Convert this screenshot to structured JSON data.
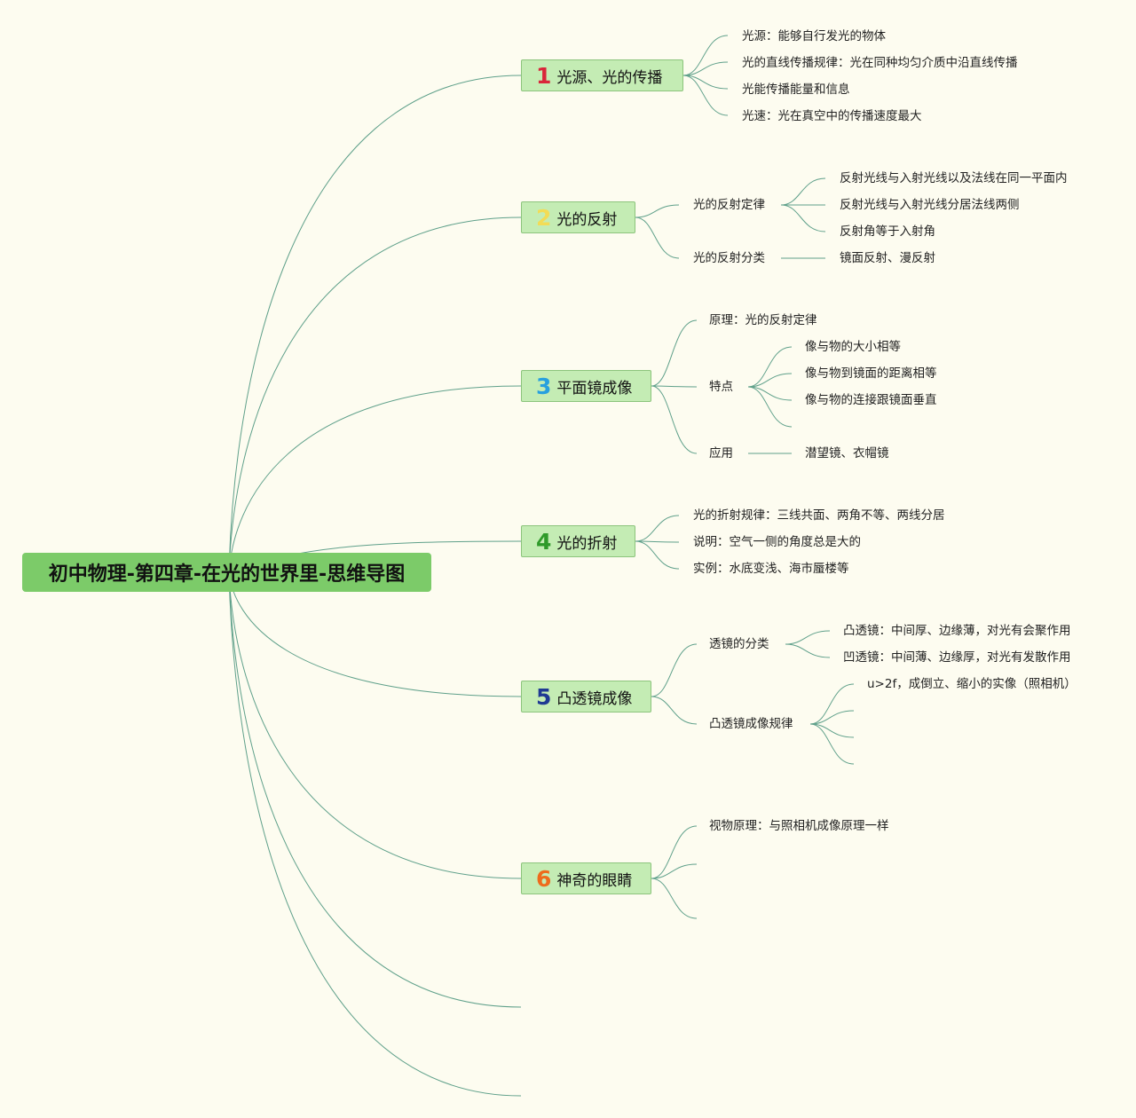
{
  "root": {
    "title": "初中物理-第四章-在光的世界里-思维导图"
  },
  "colors": {
    "background": "#fdfcf0",
    "root_fill": "#7ccb69",
    "topic_fill": "#c4ecb4",
    "topic_border": "#8cc47c",
    "line": "#5fa08a"
  },
  "topics": [
    {
      "number": "1",
      "number_color": "#d9263a",
      "label": "光源、光的传播",
      "children": [
        {
          "label": "光源：能够自行发光的物体"
        },
        {
          "label": "光的直线传播规律：光在同种均匀介质中沿直线传播"
        },
        {
          "label": "光能传播能量和信息"
        },
        {
          "label": "光速：光在真空中的传播速度最大"
        }
      ]
    },
    {
      "number": "2",
      "number_color": "#f2dc56",
      "label": "光的反射",
      "children": [
        {
          "label": "光的反射定律",
          "children": [
            {
              "label": "反射光线与入射光线以及法线在同一平面内"
            },
            {
              "label": "反射光线与入射光线分居法线两侧"
            },
            {
              "label": "反射角等于入射角"
            }
          ]
        },
        {
          "label": "光的反射分类",
          "children": [
            {
              "label": "镜面反射、漫反射"
            }
          ]
        }
      ]
    },
    {
      "number": "3",
      "number_color": "#27a0de",
      "label": "平面镜成像",
      "children": [
        {
          "label": "原理：光的反射定律"
        },
        {
          "label": "特点",
          "children": [
            {
              "label": "像与物的大小相等"
            },
            {
              "label": "像与物到镜面的距离相等"
            },
            {
              "label": "像与物的连接跟镜面垂直"
            },
            {
              "label": ""
            }
          ]
        },
        {
          "label": "应用",
          "children": [
            {
              "label": "潜望镜、衣帽镜"
            }
          ]
        }
      ]
    },
    {
      "number": "4",
      "number_color": "#2f9a2a",
      "label": "光的折射",
      "children": [
        {
          "label": "光的折射规律：三线共面、两角不等、两线分居"
        },
        {
          "label": "说明：空气一侧的角度总是大的"
        },
        {
          "label": "实例：水底变浅、海市蜃楼等"
        }
      ]
    },
    {
      "number": "5",
      "number_color": "#1f3a93",
      "label": "凸透镜成像",
      "children": [
        {
          "label": "透镜的分类",
          "children": [
            {
              "label": "凸透镜：中间厚、边缘薄，对光有会聚作用"
            },
            {
              "label": "凹透镜：中间薄、边缘厚，对光有发散作用"
            }
          ]
        },
        {
          "label": "凸透镜成像规律",
          "children": [
            {
              "label": "u>2f，成倒立、缩小的实像（照相机）"
            },
            {
              "label": ""
            },
            {
              "label": ""
            },
            {
              "label": ""
            }
          ]
        }
      ]
    },
    {
      "number": "6",
      "number_color": "#ee6b1c",
      "label": "神奇的眼睛",
      "children": [
        {
          "label": "视物原理：与照相机成像原理一样"
        },
        {
          "label": ""
        },
        {
          "label": ""
        }
      ]
    }
  ]
}
